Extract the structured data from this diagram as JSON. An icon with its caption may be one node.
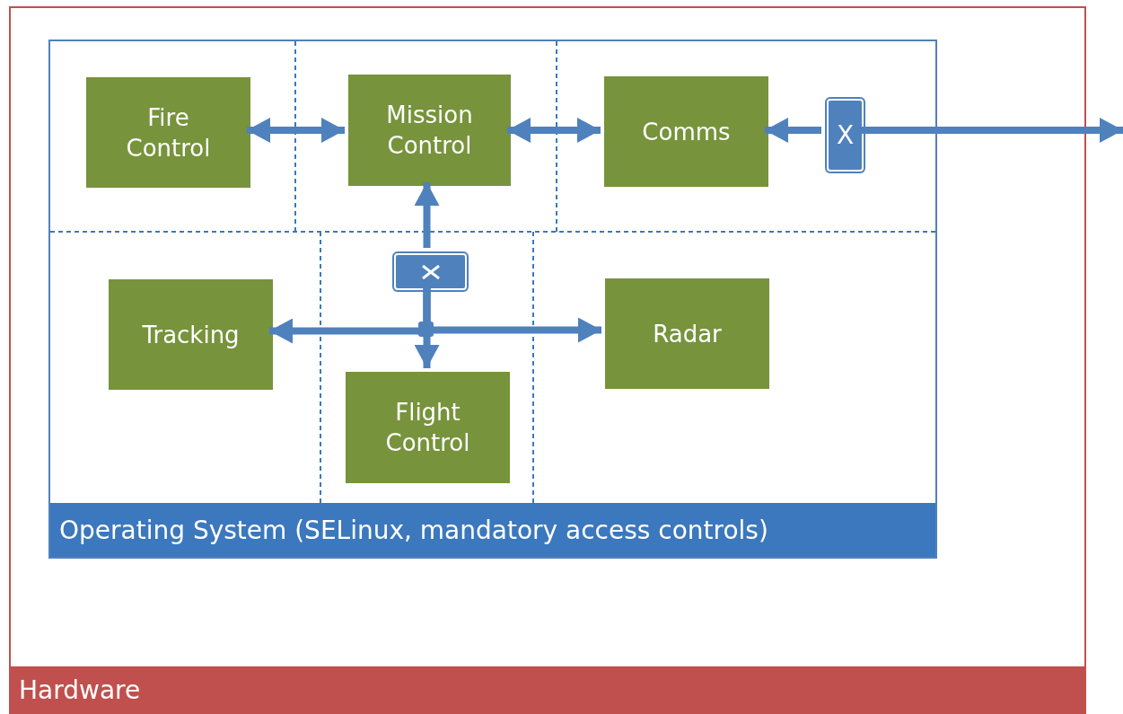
{
  "diagram": {
    "nodes": [
      {
        "text": [
          "Hardware"
        ]
      },
      {
        "text": [
          "Operating System (SELinux, mandatory access controls)"
        ],
        "in": 0
      },
      {
        "text": [
          "Fire Control"
        ],
        "in": 1
      },
      {
        "text": [
          "Mission Control"
        ],
        "in": 1
      },
      {
        "text": [
          "Comms"
        ],
        "in": 1
      },
      {
        "text": [
          "X"
        ],
        "in": 1
      },
      {
        "text": [
          "Tracking"
        ],
        "in": 1
      },
      {
        "text": [],
        "shape": "box",
        "in": 1
      },
      {
        "text": [
          "Radar"
        ],
        "in": 1
      },
      {
        "text": [
          "Flight Control"
        ],
        "in": 1
      }
    ],
    "edges": [
      {
        "from": 2,
        "to": 3,
        "arrow": "both"
      },
      {
        "from": 3,
        "to": 4,
        "arrow": "both"
      },
      {
        "from": 5,
        "to": 4,
        "arrow": "to"
      },
      {
        "from": 5,
        "to": null,
        "arrow": "to"
      },
      {
        "from": 7,
        "to": 3,
        "arrow": "to"
      },
      {
        "from": 7,
        "to": 6,
        "arrow": "to"
      },
      {
        "from": 7,
        "to": 8,
        "arrow": "to"
      },
      {
        "from": 7,
        "to": 9,
        "arrow": "to"
      }
    ]
  }
}
